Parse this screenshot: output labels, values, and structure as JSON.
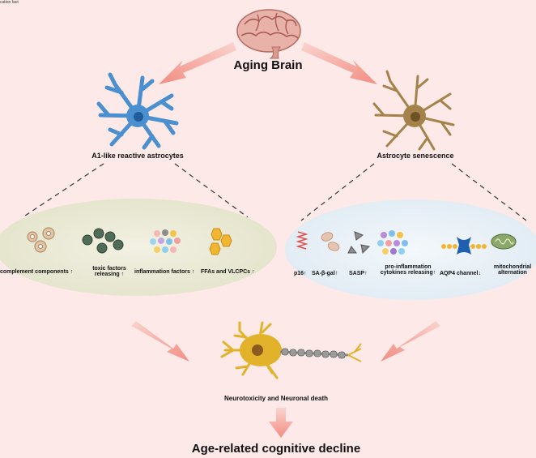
{
  "corner_text": "cation fact",
  "top_title": "Aging Brain",
  "left_branch": {
    "title": "A1-like reactive astrocytes",
    "items": [
      {
        "label": "complement components",
        "arrow": "↑"
      },
      {
        "label": "toxic factors\nreleasing",
        "arrow": "↑"
      },
      {
        "label": "inflammation factors",
        "arrow": "↑"
      },
      {
        "label": "FFAs and VLCPCs",
        "arrow": "↑"
      }
    ]
  },
  "right_branch": {
    "title": "Astrocyte senescence",
    "items": [
      {
        "label": "p16",
        "arrow": "↑"
      },
      {
        "label": "SA-β-gal",
        "arrow": "↑"
      },
      {
        "label": "SASP",
        "arrow": "↑"
      },
      {
        "label": "pro-inflammation\ncytokines releasing",
        "arrow": "↑"
      },
      {
        "label": "AQP4 channel",
        "arrow": "↓"
      },
      {
        "label": "mitochondrial\nalternation",
        "arrow": ""
      }
    ]
  },
  "neuron_label": "Neurotoxicity and Neuronal death",
  "bottom_title": "Age-related cognitive decline",
  "colors": {
    "background": "#fdeae8",
    "arrow": "#f4a298",
    "blue_astrocyte": "#4a8fcf",
    "brown_astrocyte": "#a5824a",
    "left_ellipse": "#ecead6",
    "right_ellipse": "#e8f1f7",
    "neuron": "#e2b22b"
  }
}
